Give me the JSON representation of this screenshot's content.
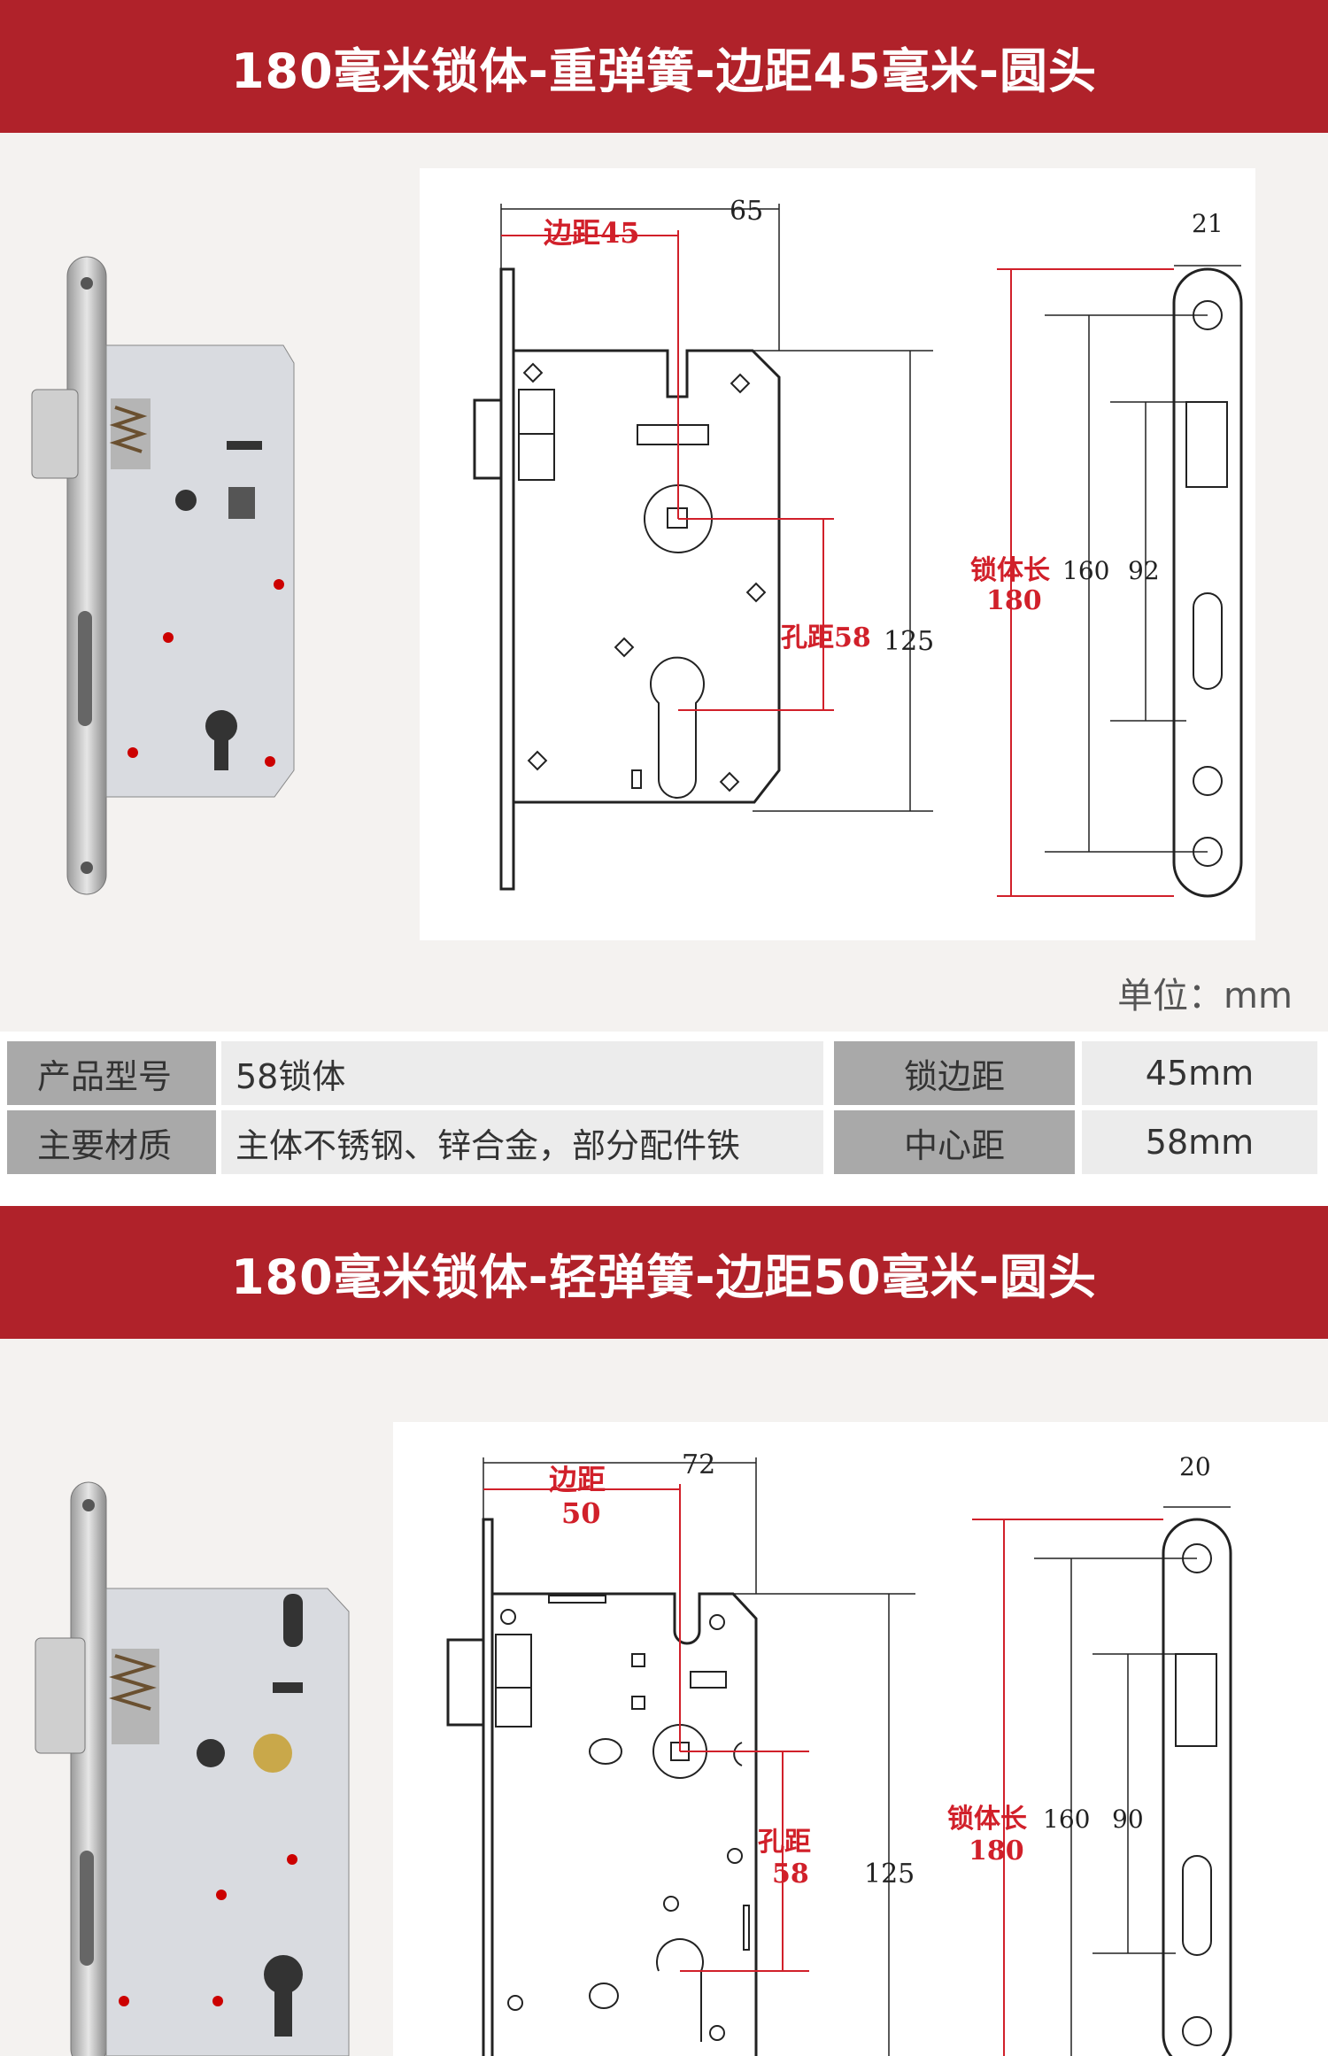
{
  "section1": {
    "title": "180毫米锁体-重弹簧-边距45毫米-圆头",
    "dims": {
      "width_total": "65",
      "backset_label": "边距45",
      "faceplate_width": "21",
      "body_height": "125",
      "hole_distance_label": "孔距58",
      "screw_span": "160",
      "latch_span": "92",
      "length_label": "锁体长",
      "length_value": "180"
    },
    "unit_label": "单位：mm",
    "specs": {
      "rows": [
        {
          "label": "产品型号",
          "value": "58锁体",
          "label2": "锁边距",
          "value2": "45mm"
        },
        {
          "label": "主要材质",
          "value": "主体不锈钢、锌合金，部分配件铁",
          "label2": "中心距",
          "value2": "58mm"
        }
      ]
    }
  },
  "section2": {
    "title": "180毫米锁体-轻弹簧-边距50毫米-圆头",
    "dims": {
      "width_total": "72",
      "backset_label_1": "边距",
      "backset_label_2": "50",
      "faceplate_width": "20",
      "body_height": "125",
      "hole_label_1": "孔距",
      "hole_label_2": "58",
      "screw_span": "160",
      "latch_span": "90",
      "length_label": "锁体长",
      "length_value": "180"
    }
  },
  "colors": {
    "banner": "#b0222a",
    "accent_red": "#d1202a",
    "background": "#f4f2f0"
  }
}
